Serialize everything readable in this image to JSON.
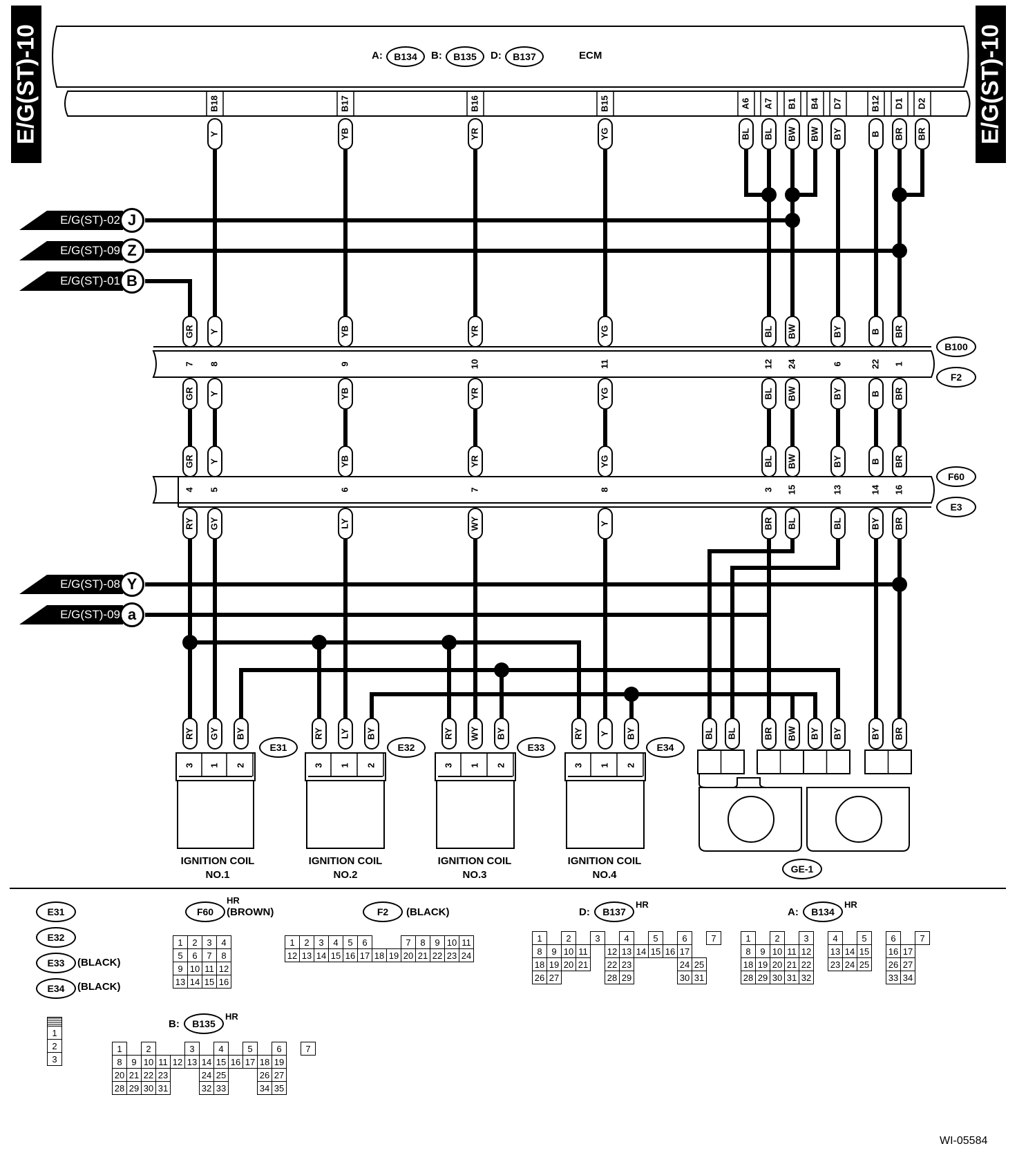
{
  "side_tag": "E/G(ST)-10",
  "ecm": {
    "label": "ECM",
    "connectors": [
      {
        "prefix": "A:",
        "id": "B134"
      },
      {
        "prefix": "B:",
        "id": "B135"
      },
      {
        "prefix": "D:",
        "id": "B137"
      }
    ]
  },
  "ecm_pins": [
    {
      "pin": "B18",
      "color": "Y"
    },
    {
      "pin": "B17",
      "color": "YB"
    },
    {
      "pin": "B16",
      "color": "YR"
    },
    {
      "pin": "B15",
      "color": "YG"
    },
    {
      "pin": "A6",
      "color": "BL"
    },
    {
      "pin": "A7",
      "color": "BL"
    },
    {
      "pin": "B1",
      "color": "BW"
    },
    {
      "pin": "B4",
      "color": "BW"
    },
    {
      "pin": "D7",
      "color": "BY"
    },
    {
      "pin": "B12",
      "color": "B"
    },
    {
      "pin": "D1",
      "color": "BR"
    },
    {
      "pin": "D2",
      "color": "BR"
    }
  ],
  "refs_top": [
    {
      "text": "E/G(ST)-02",
      "letter": "J"
    },
    {
      "text": "E/G(ST)-09",
      "letter": "Z"
    },
    {
      "text": "E/G(ST)-01",
      "letter": "B"
    }
  ],
  "refs_bottom": [
    {
      "text": "E/G(ST)-08",
      "letter": "Y"
    },
    {
      "text": "E/G(ST)-09",
      "letter": "a"
    }
  ],
  "b100": {
    "id_top": "B100",
    "id_bottom": "F2",
    "upper_colors": [
      "GR",
      "Y",
      "YB",
      "YR",
      "YG",
      "BL",
      "BW",
      "BY",
      "B",
      "BR"
    ],
    "pins": [
      "7",
      "8",
      "9",
      "10",
      "11",
      "12",
      "24",
      "6",
      "22",
      "1"
    ],
    "lower_colors": [
      "GR",
      "Y",
      "YB",
      "YR",
      "YG",
      "BL",
      "BW",
      "BY",
      "B",
      "BR"
    ]
  },
  "f60": {
    "id_top": "F60",
    "id_bottom": "E3",
    "upper_colors": [
      "GR",
      "Y",
      "YB",
      "YR",
      "YG",
      "BL",
      "BW",
      "BY",
      "B",
      "BR"
    ],
    "pins": [
      "4",
      "5",
      "6",
      "7",
      "8",
      "3",
      "15",
      "13",
      "14",
      "16"
    ],
    "lower_colors": [
      "RY",
      "GY",
      "LY",
      "WY",
      "Y",
      "BR",
      "BL",
      "BL",
      "BY",
      "BR"
    ]
  },
  "coils": [
    {
      "id": "E31",
      "name": "IGNITION COIL",
      "num": "NO.1",
      "pins": [
        "3",
        "1",
        "2"
      ],
      "colors": [
        "RY",
        "GY",
        "BY"
      ]
    },
    {
      "id": "E32",
      "name": "IGNITION COIL",
      "num": "NO.2",
      "pins": [
        "3",
        "1",
        "2"
      ],
      "colors": [
        "RY",
        "LY",
        "BY"
      ]
    },
    {
      "id": "E33",
      "name": "IGNITION COIL",
      "num": "NO.3",
      "pins": [
        "3",
        "1",
        "2"
      ],
      "colors": [
        "RY",
        "WY",
        "BY"
      ]
    },
    {
      "id": "E34",
      "name": "IGNITION COIL",
      "num": "NO.4",
      "pins": [
        "3",
        "1",
        "2"
      ],
      "colors": [
        "RY",
        "Y",
        "BY"
      ]
    }
  ],
  "ground": {
    "id": "GE-1",
    "colors": [
      "BL",
      "BL",
      "BR",
      "BW",
      "BY",
      "BY",
      "BY",
      "BR"
    ]
  },
  "legend": {
    "e31": "E31",
    "e32": "E32",
    "e33": "E33",
    "e33_color": "(BLACK)",
    "e34": "E34",
    "e34_color": "(BLACK)",
    "coil_pins": [
      "1",
      "2",
      "3"
    ],
    "f60": "F60",
    "f60_hr": "HR",
    "f60_color": "(BROWN)",
    "f60_rows": [
      [
        "1",
        "2",
        "3",
        "4"
      ],
      [
        "5",
        "6",
        "7",
        "8"
      ],
      [
        "9",
        "10",
        "11",
        "12"
      ],
      [
        "13",
        "14",
        "15",
        "16"
      ]
    ],
    "f2": "F2",
    "f2_color": "(BLACK)",
    "f2_rows": [
      [
        "1",
        "2",
        "3",
        "4",
        "5",
        "6",
        "",
        "",
        "7",
        "8",
        "9",
        "10",
        "11"
      ],
      [
        "12",
        "13",
        "14",
        "15",
        "16",
        "17",
        "18",
        "19",
        "20",
        "21",
        "22",
        "23",
        "24"
      ]
    ],
    "d_prefix": "D:",
    "d_id": "B137",
    "d_hr": "HR",
    "d_rows": [
      [
        "1",
        "",
        "2",
        "",
        "3",
        "",
        "4",
        "",
        "5",
        "",
        "6",
        "",
        "7"
      ],
      [
        "8",
        "9",
        "10",
        "11",
        "",
        "12",
        "13",
        "14",
        "15",
        "16",
        "17",
        "",
        ""
      ],
      [
        "18",
        "19",
        "20",
        "21",
        "",
        "22",
        "23",
        "",
        "",
        "",
        "24",
        "25",
        ""
      ],
      [
        "26",
        "27",
        "",
        "",
        "",
        "28",
        "29",
        "",
        "",
        "",
        "30",
        "31",
        ""
      ]
    ],
    "a_prefix": "A:",
    "a_id": "B134",
    "a_hr": "HR",
    "a_rows": [
      [
        "1",
        "",
        "2",
        "",
        "3",
        "",
        "4",
        "",
        "5",
        "",
        "6",
        "",
        "7"
      ],
      [
        "8",
        "9",
        "10",
        "11",
        "12",
        "",
        "13",
        "14",
        "15",
        "",
        "16",
        "17",
        ""
      ],
      [
        "18",
        "19",
        "20",
        "21",
        "22",
        "",
        "23",
        "24",
        "25",
        "",
        "26",
        "27",
        ""
      ],
      [
        "28",
        "29",
        "30",
        "31",
        "32",
        "",
        "",
        "",
        "",
        "",
        "33",
        "34",
        ""
      ]
    ],
    "b_prefix": "B:",
    "b_id": "B135",
    "b_hr": "HR",
    "b_rows": [
      [
        "1",
        "",
        "2",
        "",
        "",
        "3",
        "",
        "4",
        "",
        "5",
        "",
        "6",
        "",
        "7"
      ],
      [
        "8",
        "9",
        "10",
        "11",
        "12",
        "13",
        "14",
        "15",
        "16",
        "17",
        "18",
        "19",
        "",
        ""
      ],
      [
        "20",
        "21",
        "22",
        "23",
        "",
        "",
        "24",
        "25",
        "",
        "",
        "26",
        "27",
        "",
        ""
      ],
      [
        "28",
        "29",
        "30",
        "31",
        "",
        "",
        "32",
        "33",
        "",
        "",
        "34",
        "35",
        "",
        ""
      ]
    ]
  },
  "doc_id": "WI-05584"
}
